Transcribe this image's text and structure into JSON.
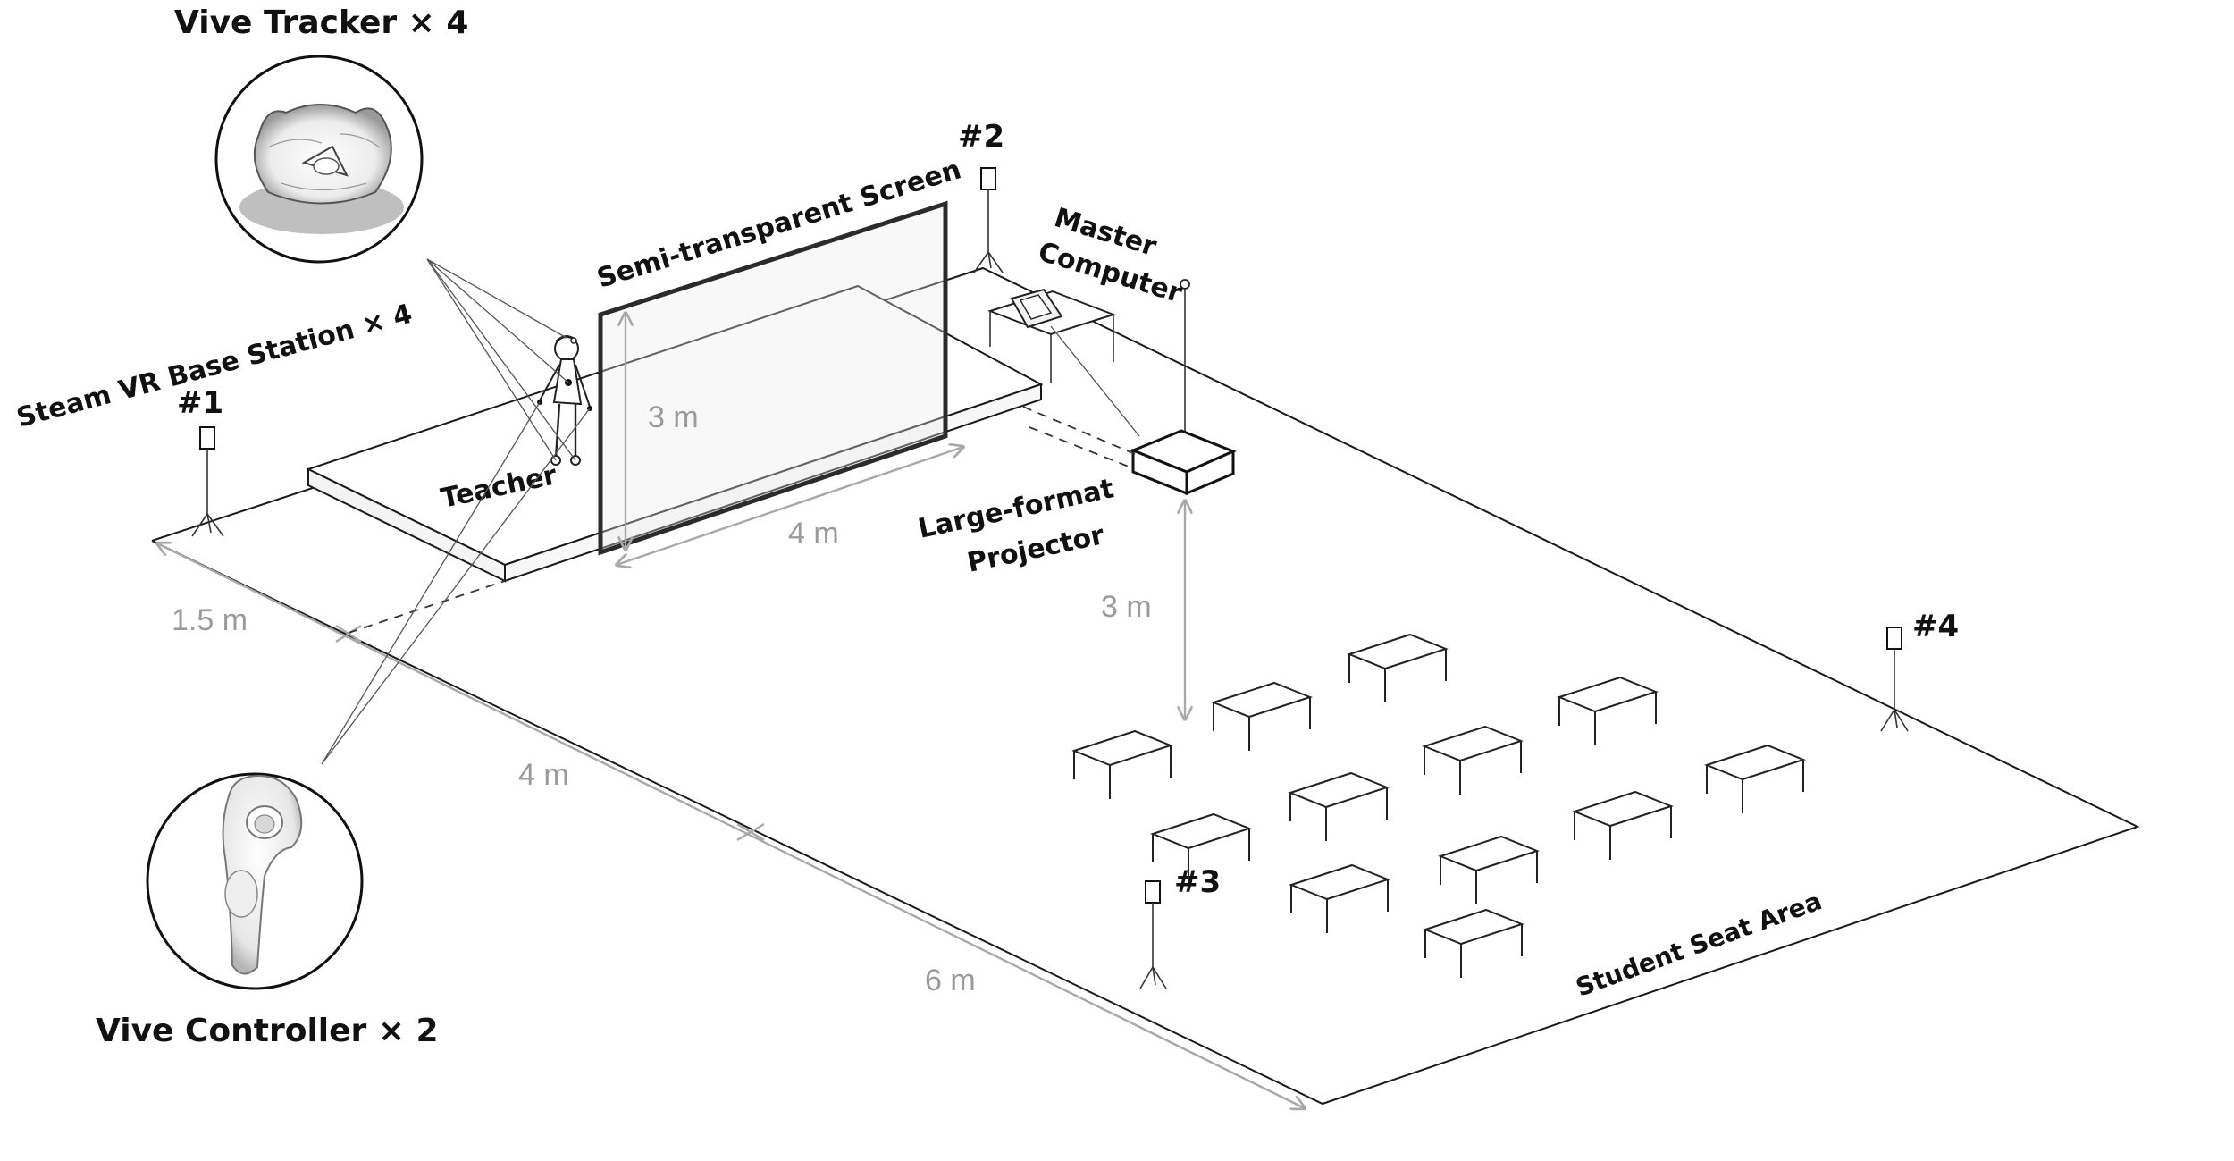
{
  "labels": {
    "vive_tracker": "Vive Tracker × 4",
    "vive_controller": "Vive Controller × 2",
    "base_station": "Steam VR Base Station × 4",
    "screen": "Semi-transparent Screen",
    "master_line1": "Master",
    "master_line2": "Computer",
    "projector_line1": "Large-format",
    "projector_line2": "Projector",
    "teacher": "Teacher",
    "student_area": "Student Seat Area"
  },
  "stations": [
    "#1",
    "#2",
    "#3",
    "#4"
  ],
  "dimensions": {
    "screen_height": "3 m",
    "screen_width": "4 m",
    "projector_height": "3 m",
    "stage_depth": "1.5 m",
    "stage_width": "4 m",
    "room_width": "6 m"
  },
  "colors": {
    "line": "#1a1a1a",
    "dimension": "#a8a8a8",
    "dimension_text": "#9a9a9a"
  },
  "icons": {
    "tracker": "vive-tracker-icon",
    "controller": "vive-controller-icon",
    "station": "base-station-tripod-icon",
    "desk": "student-desk-icon"
  }
}
